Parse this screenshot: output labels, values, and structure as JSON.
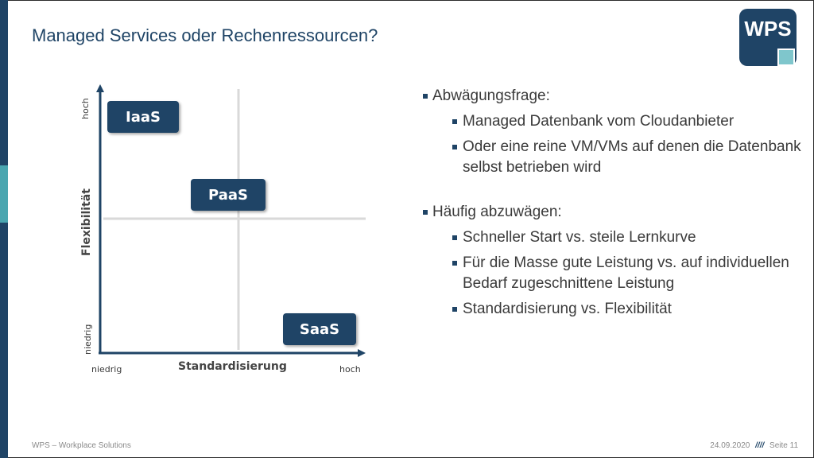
{
  "slide": {
    "title": "Managed Services oder Rechenressourcen?",
    "colors": {
      "brand": "#1f4466",
      "accent": "#4aa6b0",
      "text": "#3a3a3a"
    }
  },
  "logo": {
    "text": "WPS"
  },
  "diagram": {
    "y_axis_title": "Flexibilität",
    "y_high": "hoch",
    "y_low": "niedrig",
    "x_axis_title": "Standardisierung",
    "x_low": "niedrig",
    "x_high": "hoch",
    "boxes": {
      "iaas": "IaaS",
      "paas": "PaaS",
      "saas": "SaaS"
    }
  },
  "bullets": {
    "q1": "Abwägungsfrage:",
    "q1_items": [
      "Managed Datenbank vom Cloudanbieter",
      "Oder eine reine VM/VMs auf denen die Datenbank selbst betrieben wird"
    ],
    "q2": "Häufig abzuwägen:",
    "q2_items": [
      "Schneller Start vs. steile Lernkurve",
      "Für die Masse gute Leistung vs. auf individuellen Bedarf zugeschnittene Leistung",
      "Standardisierung vs. Flexibilität"
    ]
  },
  "footer": {
    "left": "WPS – Workplace Solutions",
    "date": "24.09.2020",
    "separator": "////",
    "page": "Seite 11"
  }
}
